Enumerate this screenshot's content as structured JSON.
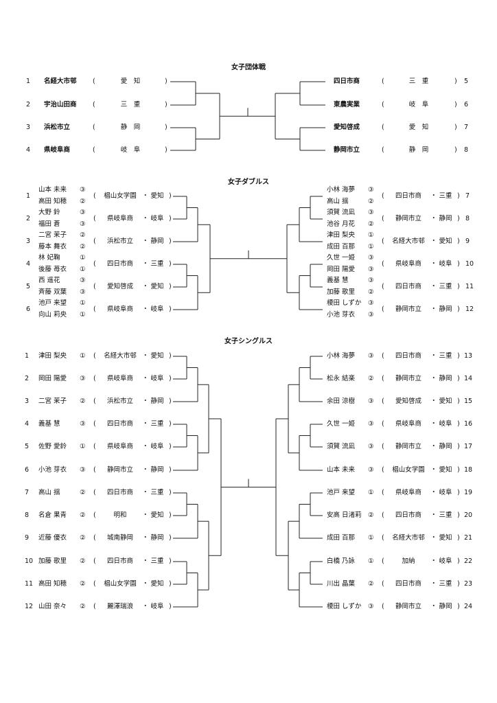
{
  "team": {
    "title": "女子団体戦",
    "left": [
      {
        "no": "1",
        "name": "名経大市邨",
        "pref": "愛　知"
      },
      {
        "no": "2",
        "name": "宇治山田商",
        "pref": "三　重"
      },
      {
        "no": "3",
        "name": "浜松市立",
        "pref": "静　岡"
      },
      {
        "no": "4",
        "name": "県岐阜商",
        "pref": "岐　阜"
      }
    ],
    "right": [
      {
        "no": "5",
        "name": "四日市商",
        "pref": "三　重"
      },
      {
        "no": "6",
        "name": "東農実業",
        "pref": "岐　阜"
      },
      {
        "no": "7",
        "name": "愛知啓成",
        "pref": "愛　知"
      },
      {
        "no": "8",
        "name": "静岡市立",
        "pref": "静　岡"
      }
    ]
  },
  "doubles": {
    "title": "女子ダブルス",
    "left": [
      {
        "no": "1",
        "p1": "山本 未来",
        "g1": "③",
        "p2": "高田 知穂",
        "g2": "②",
        "school": "椙山女学園",
        "pref": "愛知"
      },
      {
        "no": "2",
        "p1": "大野 鈴",
        "g1": "③",
        "p2": "福田 蒼",
        "g2": "③",
        "school": "県岐阜商",
        "pref": "岐阜"
      },
      {
        "no": "3",
        "p1": "二宮 茉子",
        "g1": "②",
        "p2": "藤本 舞衣",
        "g2": "②",
        "school": "浜松市立",
        "pref": "静岡"
      },
      {
        "no": "4",
        "p1": "林 妃鞠",
        "g1": "①",
        "p2": "後藤 苺衣",
        "g2": "①",
        "school": "四日市商",
        "pref": "三重"
      },
      {
        "no": "5",
        "p1": "西 遥花",
        "g1": "③",
        "p2": "斉藤 双葉",
        "g2": "③",
        "school": "愛知啓成",
        "pref": "愛知"
      },
      {
        "no": "6",
        "p1": "池戸 来望",
        "g1": "①",
        "p2": "向山 莉央",
        "g2": "①",
        "school": "県岐阜商",
        "pref": "岐阜"
      }
    ],
    "right": [
      {
        "no": "7",
        "p1": "小林 海夢",
        "g1": "③",
        "p2": "高山 揺",
        "g2": "②",
        "school": "四日市商",
        "pref": "三重"
      },
      {
        "no": "8",
        "p1": "須賀 流凪",
        "g1": "③",
        "p2": "池谷 月花",
        "g2": "②",
        "school": "静岡市立",
        "pref": "静岡"
      },
      {
        "no": "9",
        "p1": "津田 梨央",
        "g1": "①",
        "p2": "成田 百那",
        "g2": "①",
        "school": "名経大市邨",
        "pref": "愛知"
      },
      {
        "no": "10",
        "p1": "久世 一姫",
        "g1": "③",
        "p2": "岡田 陽愛",
        "g2": "③",
        "school": "県岐阜商",
        "pref": "岐阜"
      },
      {
        "no": "11",
        "p1": "義基 慧",
        "g1": "③",
        "p2": "加藤 歌里",
        "g2": "②",
        "school": "四日市商",
        "pref": "三重"
      },
      {
        "no": "12",
        "p1": "榎田 しずか",
        "g1": "③",
        "p2": "小池 芽衣",
        "g2": "③",
        "school": "静岡市立",
        "pref": "静岡"
      }
    ]
  },
  "singles": {
    "title": "女子シングルス",
    "left": [
      {
        "no": "1",
        "name": "津田 梨央",
        "grade": "①",
        "school": "名経大市邨",
        "pref": "愛知"
      },
      {
        "no": "2",
        "name": "岡田 陽愛",
        "grade": "③",
        "school": "県岐阜商",
        "pref": "岐阜"
      },
      {
        "no": "3",
        "name": "二宮 茉子",
        "grade": "②",
        "school": "浜松市立",
        "pref": "静岡"
      },
      {
        "no": "4",
        "name": "義基 慧",
        "grade": "③",
        "school": "四日市商",
        "pref": "三重"
      },
      {
        "no": "5",
        "name": "佐野 愛鈴",
        "grade": "①",
        "school": "県岐阜商",
        "pref": "岐阜"
      },
      {
        "no": "6",
        "name": "小池 芽衣",
        "grade": "③",
        "school": "静岡市立",
        "pref": "静岡"
      },
      {
        "no": "7",
        "name": "高山 揺",
        "grade": "②",
        "school": "四日市商",
        "pref": "三重"
      },
      {
        "no": "8",
        "name": "名倉 果青",
        "grade": "②",
        "school": "明和",
        "pref": "愛知"
      },
      {
        "no": "9",
        "name": "近藤 優衣",
        "grade": "②",
        "school": "城南静岡",
        "pref": "静岡"
      },
      {
        "no": "10",
        "name": "加藤 歌里",
        "grade": "②",
        "school": "四日市商",
        "pref": "三重"
      },
      {
        "no": "11",
        "name": "高田 知穂",
        "grade": "②",
        "school": "椙山女学園",
        "pref": "愛知"
      },
      {
        "no": "12",
        "name": "山田 奈々",
        "grade": "②",
        "school": "麗澤瑞浪",
        "pref": "岐阜"
      }
    ],
    "right": [
      {
        "no": "13",
        "name": "小林 海夢",
        "grade": "③",
        "school": "四日市商",
        "pref": "三重"
      },
      {
        "no": "14",
        "name": "松永 結楽",
        "grade": "②",
        "school": "静岡市立",
        "pref": "静岡"
      },
      {
        "no": "15",
        "name": "余田 涼樹",
        "grade": "③",
        "school": "愛知啓成",
        "pref": "愛知"
      },
      {
        "no": "16",
        "name": "久世 一姫",
        "grade": "③",
        "school": "県岐阜商",
        "pref": "岐阜"
      },
      {
        "no": "17",
        "name": "須賀 流凪",
        "grade": "③",
        "school": "静岡市立",
        "pref": "静岡"
      },
      {
        "no": "18",
        "name": "山本 未来",
        "grade": "③",
        "school": "椙山女学園",
        "pref": "愛知"
      },
      {
        "no": "19",
        "name": "池戸 来望",
        "grade": "①",
        "school": "県岐阜商",
        "pref": "岐阜"
      },
      {
        "no": "20",
        "name": "安高 日渚莉",
        "grade": "②",
        "school": "四日市商",
        "pref": "三重"
      },
      {
        "no": "21",
        "name": "成田 百那",
        "grade": "①",
        "school": "名経大市邨",
        "pref": "愛知"
      },
      {
        "no": "22",
        "name": "白橋 乃詠",
        "grade": "①",
        "school": "加納",
        "pref": "岐阜"
      },
      {
        "no": "23",
        "name": "川出 晶葉",
        "grade": "②",
        "school": "四日市商",
        "pref": "三重"
      },
      {
        "no": "24",
        "name": "榎田 しずか",
        "grade": "③",
        "school": "静岡市立",
        "pref": "静岡"
      }
    ]
  }
}
